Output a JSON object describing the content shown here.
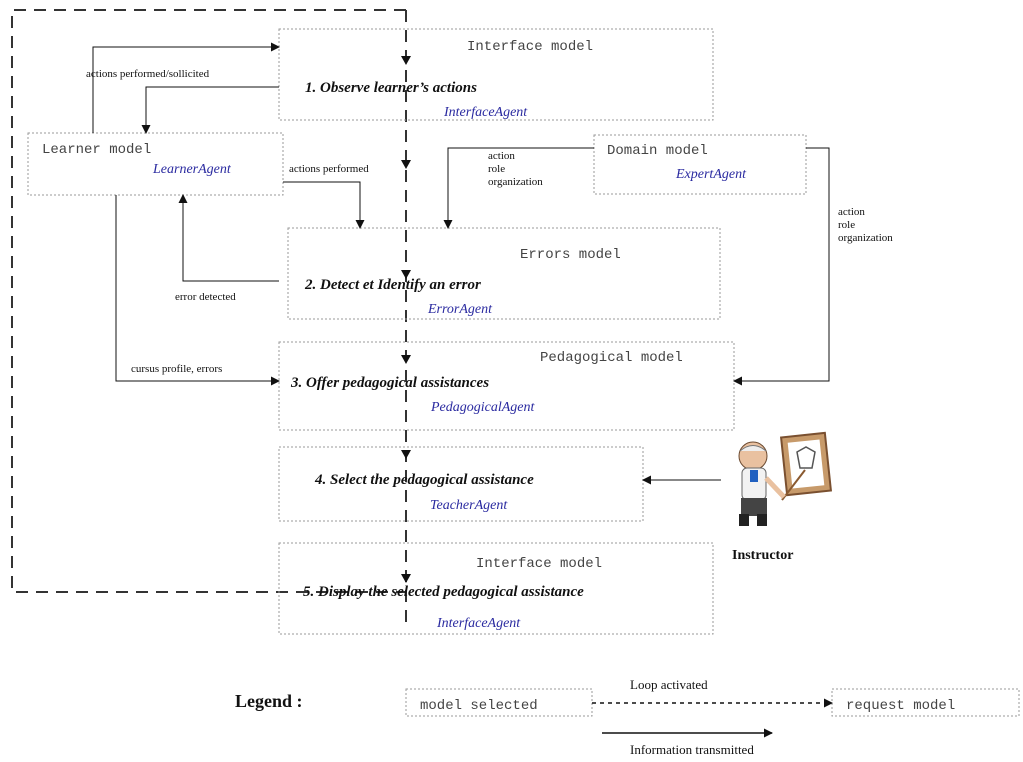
{
  "models": {
    "interface_top": {
      "label": "Interface model",
      "step": "1. Observe learner’s actions",
      "agent": "InterfaceAgent"
    },
    "learner": {
      "label": "Learner model",
      "agent": "LearnerAgent"
    },
    "domain": {
      "label": "Domain model",
      "agent": "ExpertAgent"
    },
    "errors": {
      "label": "Errors model",
      "step": "2. Detect et Identify an error",
      "agent": "ErrorAgent"
    },
    "pedagogical": {
      "label": "Pedagogical model",
      "step": "3. Offer pedagogical assistances",
      "agent": "PedagogicalAgent"
    },
    "teacher": {
      "step": "4. Select the pedagogical assistance",
      "agent": "TeacherAgent"
    },
    "interface_bottom": {
      "label": "Interface model",
      "step": "5. Display the selected pedagogical assistance",
      "agent": "InterfaceAgent"
    }
  },
  "edges": {
    "actions_performed_sollicited": "actions performed/sollicited",
    "actions_performed": "actions performed",
    "domain_to_errors": [
      "action",
      "role",
      "organization"
    ],
    "domain_to_pedagogical": [
      "action",
      "role",
      "organization"
    ],
    "error_detected": "error detected",
    "cursus_profile_errors": "cursus profile, errors"
  },
  "instructor": {
    "label": "Instructor"
  },
  "legend": {
    "title": "Legend :",
    "model_selected": "model selected",
    "request_model": "request model",
    "loop_activated": "Loop activated",
    "information_transmitted": "Information transmitted"
  },
  "colors": {
    "agent_text": "#2a2aa0",
    "box_border": "#9a9a9a",
    "line": "#111111"
  }
}
